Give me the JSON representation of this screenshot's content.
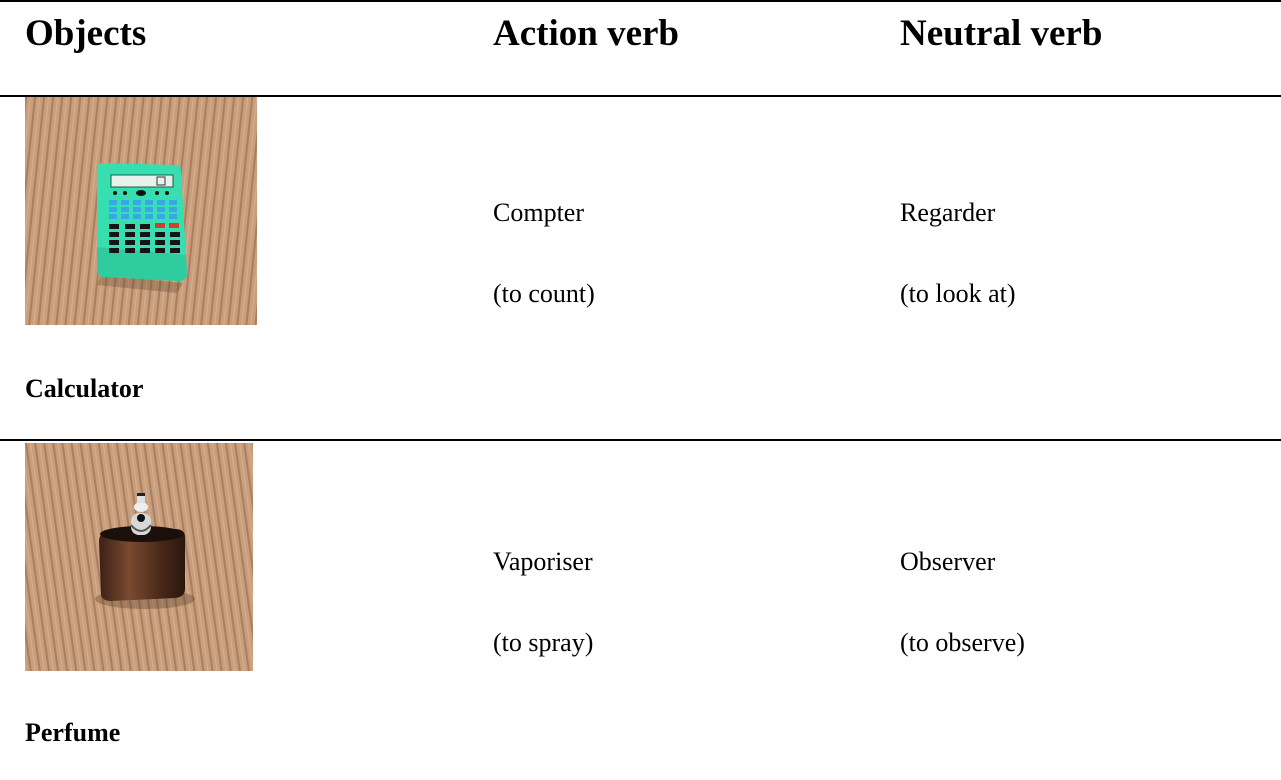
{
  "table": {
    "headers": {
      "objects": "Objects",
      "action_verb": "Action verb",
      "neutral_verb": "Neutral verb"
    },
    "rows": [
      {
        "object": "Calculator",
        "image_icon": "calculator-image",
        "action_verb": "Compter",
        "action_gloss": "(to count)",
        "neutral_verb": "Regarder",
        "neutral_gloss": "(to look at)"
      },
      {
        "object": "Perfume",
        "image_icon": "perfume-bottle-image",
        "action_verb": "Vaporiser",
        "action_gloss": "(to spray)",
        "neutral_verb": "Observer",
        "neutral_gloss": "(to observe)"
      }
    ]
  },
  "colors": {
    "wood": "#c49a78",
    "calculator_body": "#35e0b0",
    "calculator_keys_blue": "#3aa8e8",
    "calculator_keys_red": "#d0402a",
    "perfume_body": "#5a3422"
  }
}
